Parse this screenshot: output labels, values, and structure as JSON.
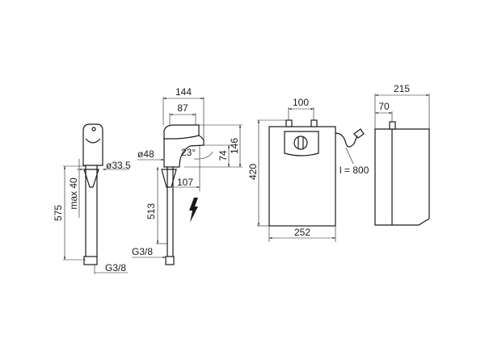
{
  "faucet_side": {
    "dim_total_height": "575",
    "dim_max": "max 40",
    "dim_diameter": "ø33.5",
    "dim_thread": "G3/8"
  },
  "faucet_front": {
    "dim_width": "144",
    "dim_lever": "87",
    "dim_height": "146",
    "dim_spout_height": "74",
    "dim_angle": "23°",
    "dim_diameter": "ø48",
    "dim_reach": "107",
    "dim_hose": "513",
    "dim_thread": "G3/8"
  },
  "heater_front": {
    "dim_connections": "100",
    "dim_height": "420",
    "dim_width": "252",
    "dim_cable": "l = 800"
  },
  "heater_side": {
    "dim_depth": "215",
    "dim_connection_offset": "70"
  }
}
